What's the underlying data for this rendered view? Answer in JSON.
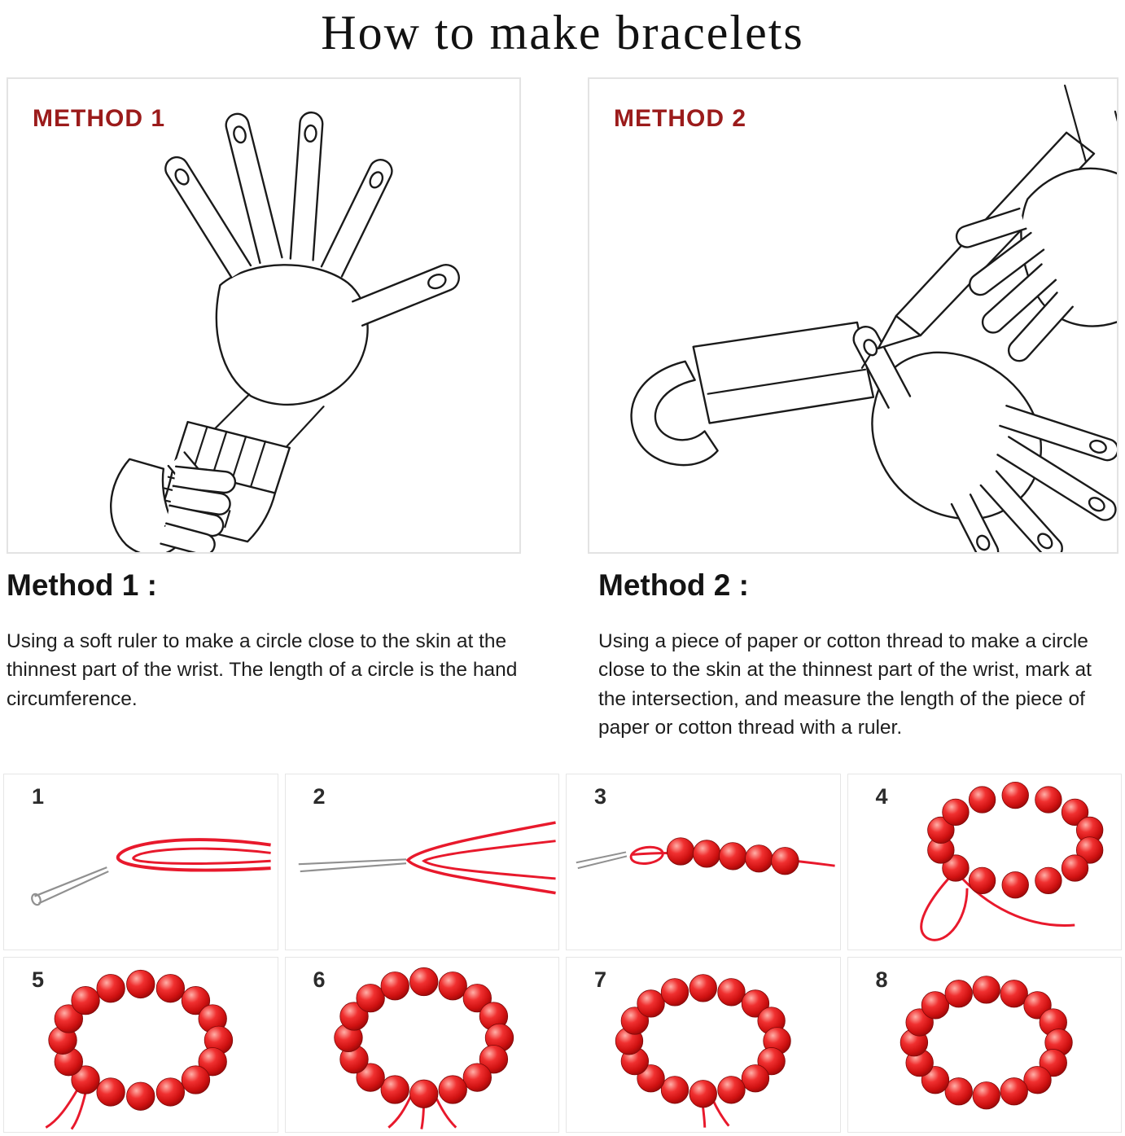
{
  "title": "How to make bracelets",
  "methods": [
    {
      "panel_label": "METHOD 1",
      "heading": "Method 1 :",
      "description": "Using a soft ruler to make a circle close to the skin at the thinnest part of the wrist. The length of a circle is the hand circumference."
    },
    {
      "panel_label": "METHOD 2",
      "heading": "Method 2 :",
      "description": "Using a piece of paper or cotton thread to make a circle close to the skin at the thinnest part of the wrist, mark at the intersection, and measure the length of the piece of paper or cotton thread with a ruler."
    }
  ],
  "steps": [
    {
      "number": "1"
    },
    {
      "number": "2"
    },
    {
      "number": "3"
    },
    {
      "number": "4"
    },
    {
      "number": "5"
    },
    {
      "number": "6"
    },
    {
      "number": "7"
    },
    {
      "number": "8"
    }
  ],
  "colors": {
    "method_label_red": "#9b1b1b",
    "cord_red": "#e8192c",
    "bead_red": "#d41414",
    "panel_border": "#e3e3e3"
  }
}
